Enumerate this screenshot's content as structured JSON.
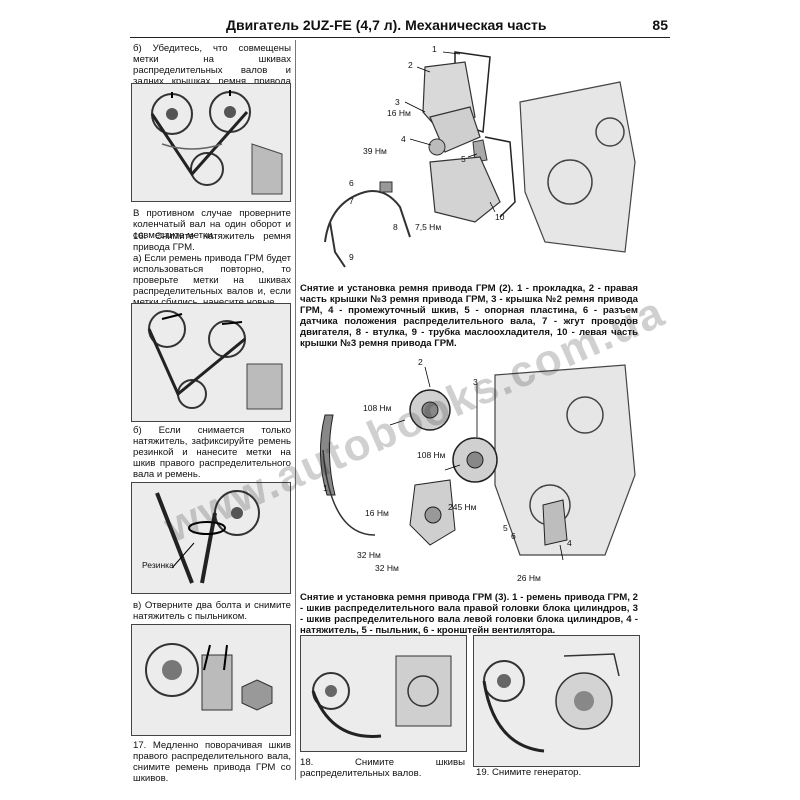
{
  "header": {
    "title": "Двигатель 2UZ-FE (4,7 л). Механическая часть",
    "page_number": "85"
  },
  "left_column": {
    "p_b": "б) Убедитесь, что совмещены метки на шкивах распределительных валов и задних крышках ремня привода ГРМ.",
    "p_otherwise": "В противном случае проверните коленчатый вал на один оборот и совместите метки.",
    "p_16": "16. Снимите натяжитель ремня привода ГРМ.",
    "p_16a": "а) Если ремень привода ГРМ будет использоваться повторно, то проверьте метки на шкивах распределительных валов и, если метки сбились, нанесите новые.",
    "p_16b": "б) Если снимается только натяжитель, зафиксируйте ремень резинкой и нанесите метки на шкив правого распределительного вала и ремень.",
    "label_rubber": "Резинка",
    "p_16v": "в) Отверните два болта и снимите натяжитель с пыльником.",
    "p_17": "17. Медленно поворачивая шкив правого распределительного вала, снимите ремень привода ГРМ со шкивов."
  },
  "figure2": {
    "labels": {
      "n1": "1",
      "n2": "2",
      "n3": "3",
      "n4": "4",
      "n5": "5",
      "n6": "6",
      "n7": "7",
      "n8": "8",
      "n9": "9",
      "n10": "10",
      "t16": "16 Нм",
      "t39": "39 Нм",
      "t75": "7,5 Нм"
    },
    "caption": "Снятие и установка ремня привода ГРМ (2). 1 - прокладка, 2 - правая часть крышки №3 ремня привода ГРМ, 3 - крышка №2 ремня привода ГРМ, 4 - промежуточный шкив, 5 - опорная пластина, 6 - разъем датчика положения распределительного вала, 7 - жгут проводов двигателя, 8 - втулка, 9 - трубка маслоохладителя, 10 - левая часть крышки №3 ремня привода ГРМ."
  },
  "figure3": {
    "labels": {
      "n1": "1",
      "n2": "2",
      "n3": "3",
      "n4": "4",
      "n5": "5",
      "n6": "6",
      "t108a": "108 Нм",
      "t108b": "108 Нм",
      "t16": "16 Нм",
      "t245": "245 Нм",
      "t32a": "32 Нм",
      "t32b": "32 Нм",
      "t26": "26 Нм"
    },
    "caption": "Снятие и установка ремня привода ГРМ (3). 1 - ремень привода ГРМ, 2 - шкив распределительного вала правой головки блока цилиндров, 3 - шкив распределительного вала левой головки блока цилиндров, 4 - натяжитель, 5 - пыльник, 6 - кронштейн вентилятора."
  },
  "bottom": {
    "p_18": "18. Снимите шкивы распределительных валов.",
    "p_19": "19. Снимите генератор."
  },
  "watermark": "www.autobooks.com.ua"
}
